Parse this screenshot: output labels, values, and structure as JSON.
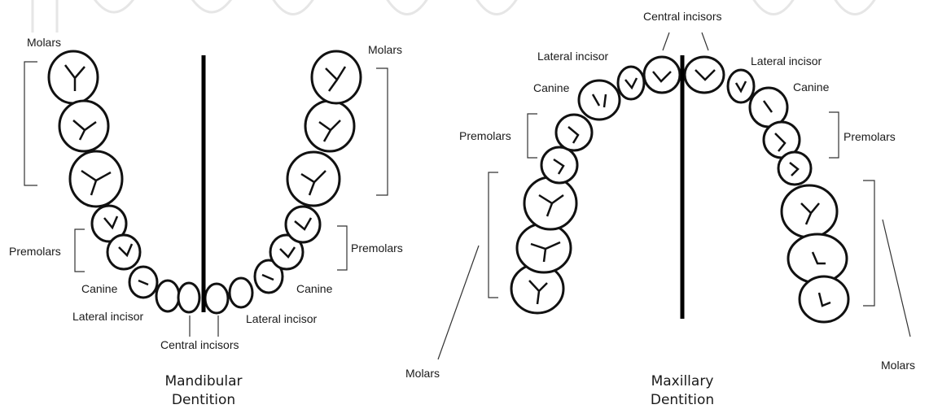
{
  "mandibular": {
    "labels": {
      "molars": "Molars",
      "molars_right": "Molars",
      "premolars_left": "Premolars",
      "premolars_right": "Premolars",
      "canine_left": "Canine",
      "canine_right": "Canine",
      "lateral_incisor_left": "Lateral incisor",
      "lateral_incisor_right": "Lateral incisor",
      "central_incisors": "Central incisors"
    },
    "caption_line1": "Mandibular",
    "caption_line2": "Dentition"
  },
  "maxillary": {
    "labels": {
      "central_incisors": "Central incisors",
      "lateral_incisor_left": "Lateral incisor",
      "lateral_incisor_right": "Lateral incisor",
      "canine_left": "Canine",
      "canine_right": "Canine",
      "premolars_left": "Premolars",
      "premolars_right": "Premolars",
      "molars_left": "Molars",
      "molars_right": "Molars"
    },
    "caption_line1": "Maxillary",
    "caption_line2": "Dentition"
  },
  "colors": {
    "ink": "#111111",
    "bracket": "#333333",
    "background": "#ffffff"
  }
}
